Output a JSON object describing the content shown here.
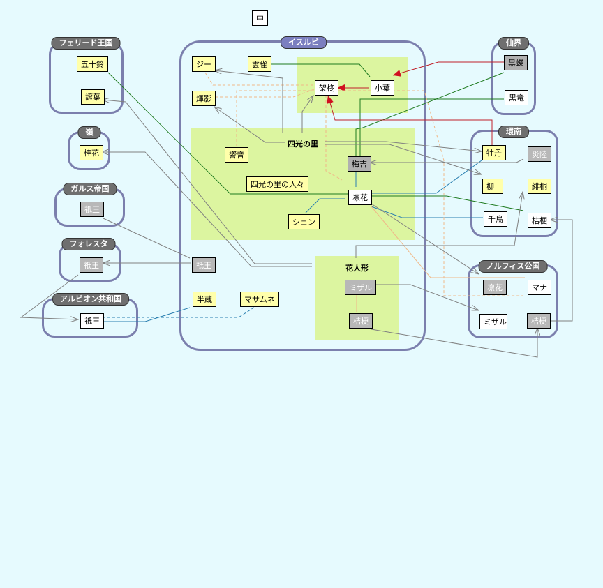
{
  "top_marker": "中",
  "groups": {
    "ferrid": "フェリード王国",
    "rei": "嶺",
    "galus": "ガルス帝国",
    "foresta": "フォレスタ",
    "albion": "アルビオン共和国",
    "isurubi": "イスルビ",
    "senkai": "仙界",
    "kannan": "環南",
    "norfis": "ノルフィス公国"
  },
  "nodes": {
    "isuzu": "五十鈴",
    "ruiha": "譲葉",
    "keika": "桂花",
    "gion_galus": "祇王",
    "gion_foresta": "祇王",
    "gion_albion": "祇王",
    "ji": "ジー",
    "unjaku": "雲雀",
    "kiei": "煇影",
    "kai": "架柊",
    "koba": "小葉",
    "kyouon": "響音",
    "shikou": "四光の里",
    "shikou_people": "四光の里の人々",
    "umekichi": "梅吉",
    "rinka": "凛花",
    "shen": "シェン",
    "gion_isurubi": "祇王",
    "hanzou": "半蔵",
    "masamune": "マサムネ",
    "hana_ningyou": "花人形",
    "mizaru_doll": "ミザル",
    "kikyou_doll": "桔梗",
    "kokuchou": "黒蝶",
    "kokuryuu": "黒竜",
    "botan": "牡丹",
    "enriku": "炎陸",
    "yanagi": "柳",
    "hidou": "緋桐",
    "chidori": "千鳥",
    "kikyou_kannan": "桔梗",
    "rinka_norfis": "凛花",
    "mana": "マナ",
    "mizaru_norfis": "ミザル",
    "kikyou_norfis": "桔梗"
  },
  "colors": {
    "background": "#e6fafe",
    "group_border": "#7b7fad",
    "zone": "#dcf5a0",
    "node_yellow": "#ffffaa",
    "node_gray": "#b8b8b8",
    "line_gray": "#808080",
    "line_green": "#1e7a1e",
    "line_red": "#c0202a",
    "line_blue": "#2a7fb0",
    "line_orange": "#f0b888"
  }
}
